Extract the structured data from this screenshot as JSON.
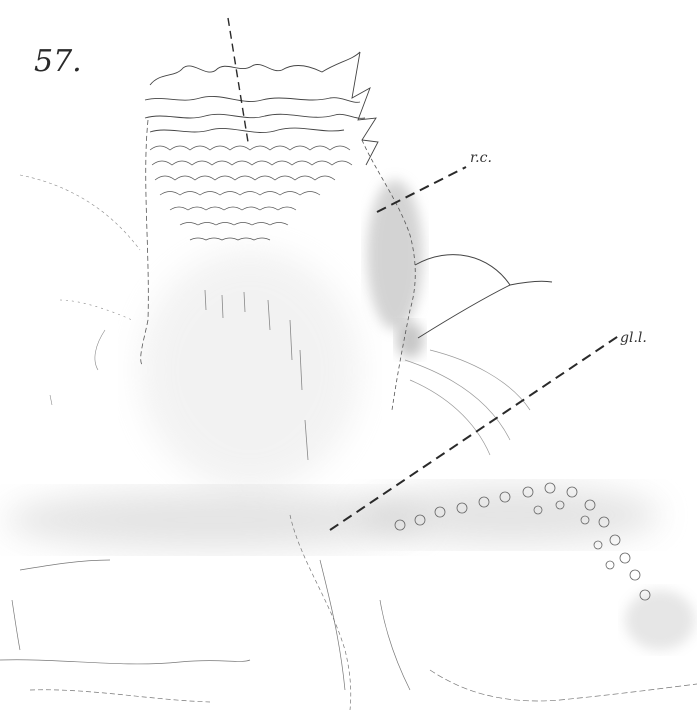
{
  "figure": {
    "number": "57.",
    "labels": {
      "top": "",
      "rc": "r.c.",
      "gll": "gl.l."
    }
  },
  "colors": {
    "ink": "#333333",
    "shade": "#9a9a9a",
    "background": "#ffffff"
  }
}
